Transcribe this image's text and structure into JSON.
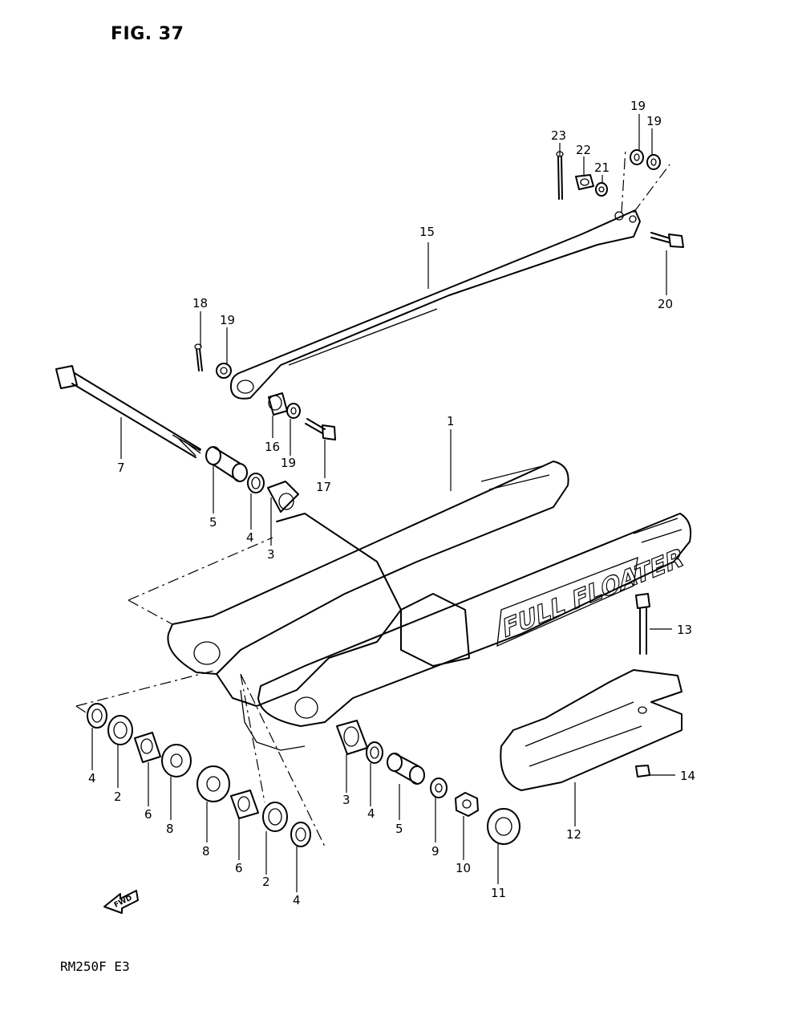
{
  "figure": {
    "title": "FIG. 37",
    "model_code": "RM250F E3",
    "fwd_arrow_label": "FWD",
    "brand_text": "FULL FLOATER"
  },
  "callouts": [
    {
      "id": "c1",
      "text": "1"
    },
    {
      "id": "c2a",
      "text": "2"
    },
    {
      "id": "c2b",
      "text": "2"
    },
    {
      "id": "c3a",
      "text": "3"
    },
    {
      "id": "c3b",
      "text": "3"
    },
    {
      "id": "c4a",
      "text": "4"
    },
    {
      "id": "c4b",
      "text": "4"
    },
    {
      "id": "c4c",
      "text": "4"
    },
    {
      "id": "c4d",
      "text": "4"
    },
    {
      "id": "c5a",
      "text": "5"
    },
    {
      "id": "c5b",
      "text": "5"
    },
    {
      "id": "c6a",
      "text": "6"
    },
    {
      "id": "c6b",
      "text": "6"
    },
    {
      "id": "c7",
      "text": "7"
    },
    {
      "id": "c8a",
      "text": "8"
    },
    {
      "id": "c8b",
      "text": "8"
    },
    {
      "id": "c9",
      "text": "9"
    },
    {
      "id": "c10",
      "text": "10"
    },
    {
      "id": "c11",
      "text": "11"
    },
    {
      "id": "c12",
      "text": "12"
    },
    {
      "id": "c13",
      "text": "13"
    },
    {
      "id": "c14",
      "text": "14"
    },
    {
      "id": "c15",
      "text": "15"
    },
    {
      "id": "c16",
      "text": "16"
    },
    {
      "id": "c17",
      "text": "17"
    },
    {
      "id": "c18",
      "text": "18"
    },
    {
      "id": "c19a",
      "text": "19"
    },
    {
      "id": "c19b",
      "text": "19"
    },
    {
      "id": "c19c",
      "text": "19"
    },
    {
      "id": "c19d",
      "text": "19"
    },
    {
      "id": "c20",
      "text": "20"
    },
    {
      "id": "c21",
      "text": "21"
    },
    {
      "id": "c22",
      "text": "22"
    },
    {
      "id": "c23",
      "text": "23"
    }
  ]
}
